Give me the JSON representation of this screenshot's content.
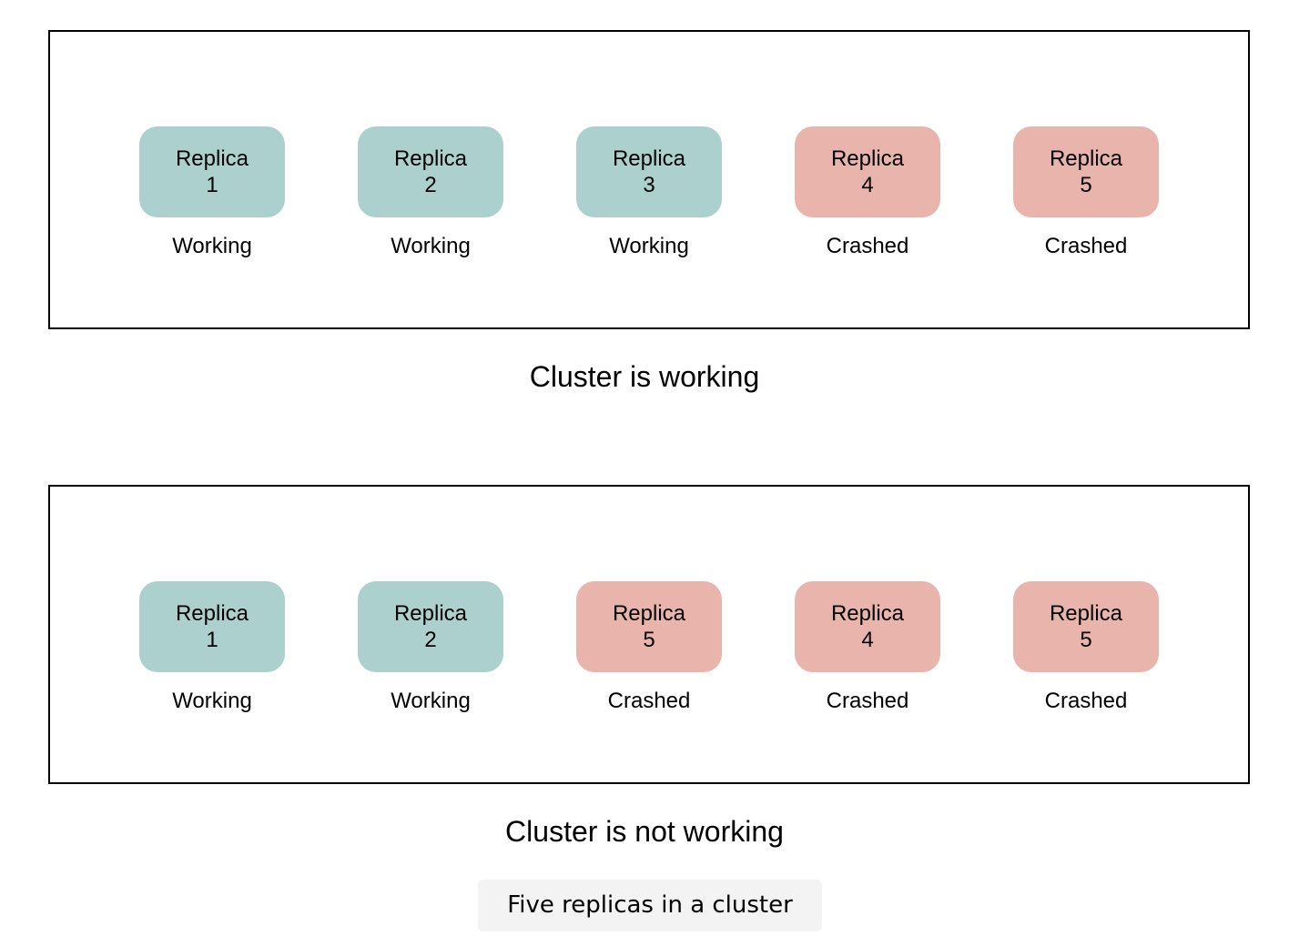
{
  "colors": {
    "working": "#acd0cd",
    "crashed": "#e8b4ab",
    "border": "#000000",
    "caption_background": "#f3f3f3"
  },
  "clusters": [
    {
      "caption": "Cluster is working",
      "replicas": [
        {
          "name": "Replica",
          "number": "1",
          "status": "Working",
          "state": "working"
        },
        {
          "name": "Replica",
          "number": "2",
          "status": "Working",
          "state": "working"
        },
        {
          "name": "Replica",
          "number": "3",
          "status": "Working",
          "state": "working"
        },
        {
          "name": "Replica",
          "number": "4",
          "status": "Crashed",
          "state": "crashed"
        },
        {
          "name": "Replica",
          "number": "5",
          "status": "Crashed",
          "state": "crashed"
        }
      ]
    },
    {
      "caption": "Cluster is not working",
      "replicas": [
        {
          "name": "Replica",
          "number": "1",
          "status": "Working",
          "state": "working"
        },
        {
          "name": "Replica",
          "number": "2",
          "status": "Working",
          "state": "working"
        },
        {
          "name": "Replica",
          "number": "5",
          "status": "Crashed",
          "state": "crashed"
        },
        {
          "name": "Replica",
          "number": "4",
          "status": "Crashed",
          "state": "crashed"
        },
        {
          "name": "Replica",
          "number": "5",
          "status": "Crashed",
          "state": "crashed"
        }
      ]
    }
  ],
  "figure_caption": "Five replicas in a cluster"
}
